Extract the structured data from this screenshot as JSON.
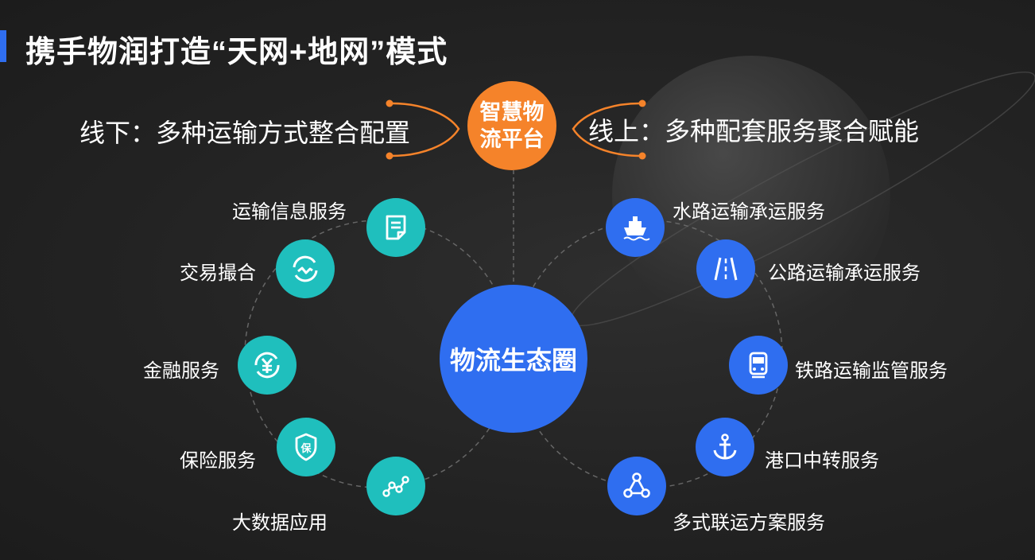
{
  "title": "携手物润打造“天网+地网”模式",
  "hub": {
    "text": "智慧物流平台"
  },
  "offline_text": "线下：多种运输方式整合配置",
  "online_text": "线上：多种配套服务聚合赋能",
  "center_label": "物流生态圈",
  "left_services": [
    {
      "label": "运输信息服务",
      "icon": "document-icon"
    },
    {
      "label": "交易撮合",
      "icon": "exchange-icon"
    },
    {
      "label": "金融服务",
      "icon": "yuan-icon"
    },
    {
      "label": "保险服务",
      "icon": "shield-icon"
    },
    {
      "label": "大数据应用",
      "icon": "line-chart-icon"
    }
  ],
  "right_services": [
    {
      "label": "水路运输承运服务",
      "icon": "ship-icon"
    },
    {
      "label": "公路运输承运服务",
      "icon": "road-icon"
    },
    {
      "label": "铁路运输监管服务",
      "icon": "train-icon"
    },
    {
      "label": "港口中转服务",
      "icon": "anchor-icon"
    },
    {
      "label": "多式联运方案服务",
      "icon": "network-icon"
    }
  ],
  "colors": {
    "accent_blue": "#2f6ef0",
    "teal": "#1fbfbd",
    "orange": "#f5832a",
    "background": "#232323"
  }
}
